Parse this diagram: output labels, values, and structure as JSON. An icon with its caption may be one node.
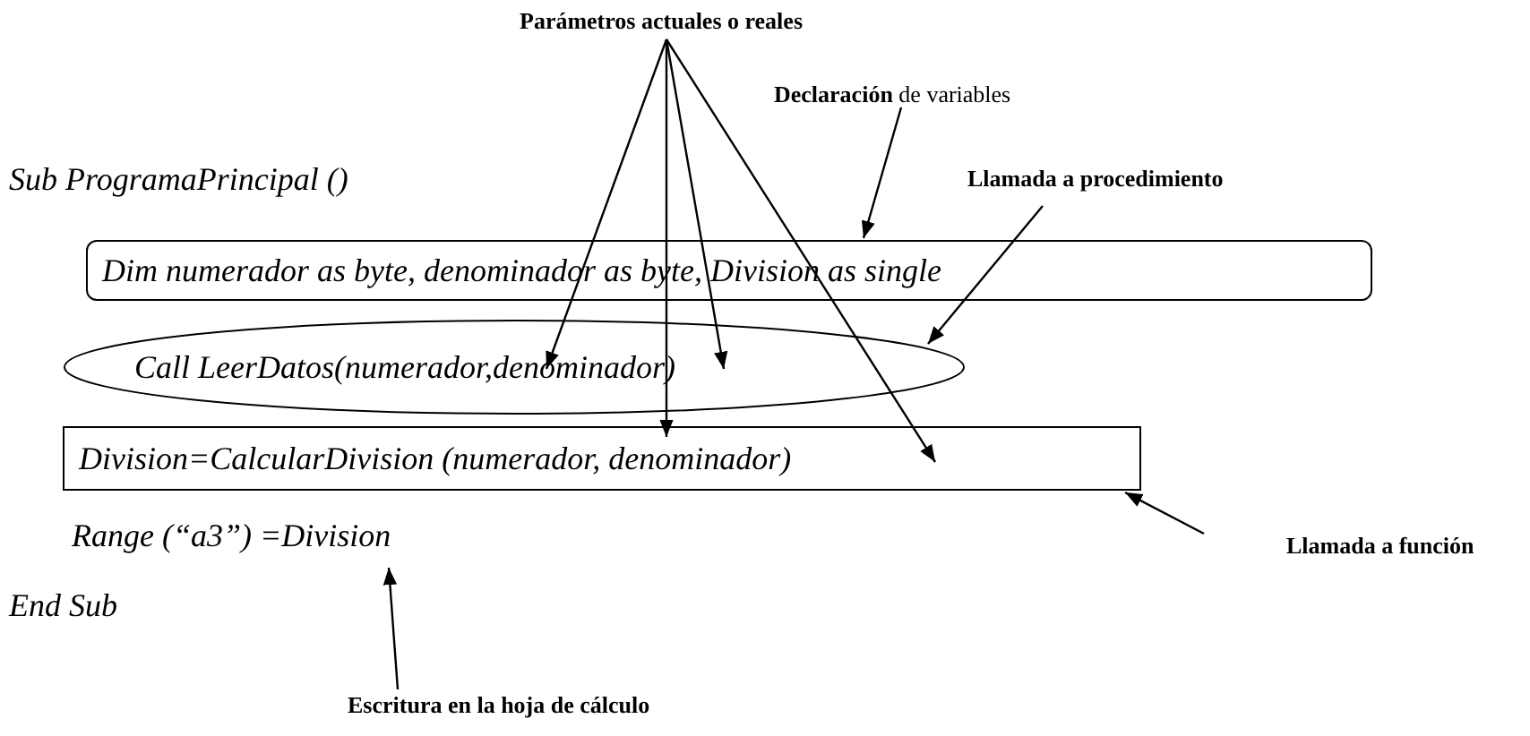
{
  "diagram": {
    "nodes": [
      {
        "text": [
          "Parámetros  actuales o reales"
        ]
      },
      {
        "text": [
          "**Declaración** de variables"
        ]
      },
      {
        "text": [
          "Llamada a procedimiento"
        ]
      },
      {
        "text": [
          "Dim numerador as byte, denominador as byte, Division as single"
        ]
      },
      {
        "text": [
          "Call LeerDatos(numerador,denominador)"
        ]
      },
      {
        "text": [
          "Division=CalcularDivision (numerador, denominador)"
        ]
      },
      {
        "text": [
          "Range (“a3”) =Division"
        ]
      },
      {
        "text": [
          "Llamada a función"
        ]
      },
      {
        "text": [
          "Escritura en la hoja de cálculo"
        ]
      }
    ],
    "edges": [
      {
        "from": 0,
        "to": 4,
        "arrow": "to"
      },
      {
        "from": 0,
        "to": 5,
        "arrow": "to"
      },
      {
        "from": 0,
        "to": 4,
        "arrow": "to"
      },
      {
        "from": 0,
        "to": 5,
        "arrow": "to"
      },
      {
        "from": 1,
        "to": 3,
        "arrow": "to"
      },
      {
        "from": 2,
        "to": 4,
        "arrow": "to"
      },
      {
        "from": 7,
        "to": 5,
        "arrow": "to"
      },
      {
        "from": 8,
        "to": 6,
        "arrow": "to"
      }
    ],
    "labels": [
      "Sub ProgramaPrincipal ()",
      "End Sub"
    ]
  }
}
